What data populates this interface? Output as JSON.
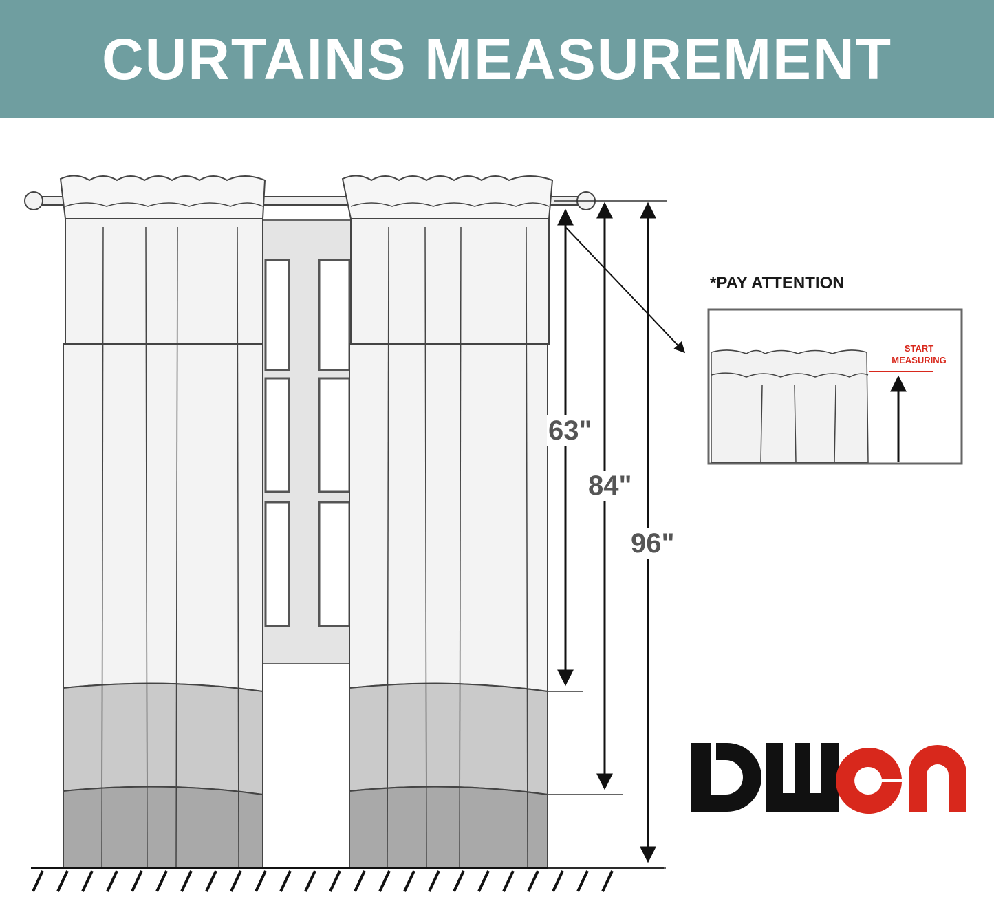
{
  "header": {
    "title": "CURTAINS MEASUREMENT"
  },
  "measurements": [
    {
      "label": "63\"",
      "value": 63,
      "unit": "inch"
    },
    {
      "label": "84\"",
      "value": 84,
      "unit": "inch"
    },
    {
      "label": "96\"",
      "value": 96,
      "unit": "inch"
    }
  ],
  "callout": {
    "title": "*PAY ATTENTION",
    "note_line1": "START",
    "note_line2": "MEASURING"
  },
  "brand": {
    "logo": "DWCN",
    "colors": {
      "black_part": "#111111",
      "red_part": "#d8281c"
    }
  },
  "colors": {
    "header_bg": "#6f9ea0",
    "curtain_top": "#f3f3f3",
    "curtain_middle": "#c9c9c9",
    "curtain_bottom": "#a9a9a9",
    "accent_red": "#d8281c"
  }
}
